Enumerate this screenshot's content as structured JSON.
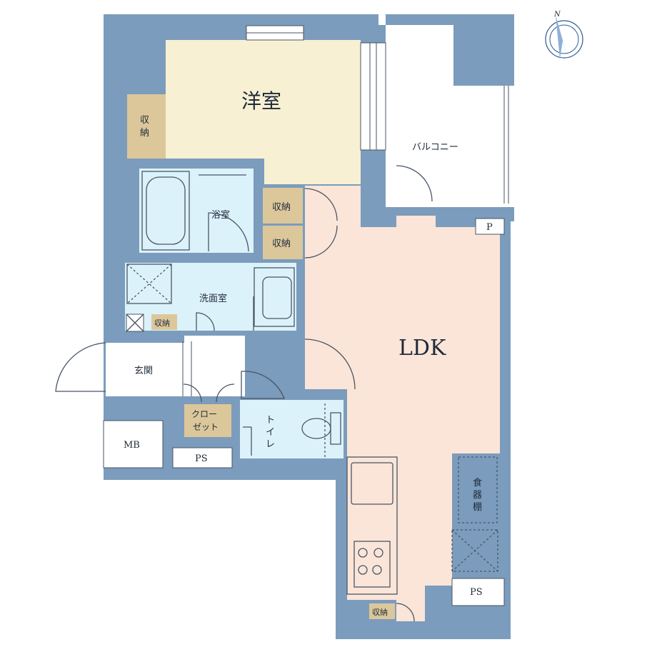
{
  "colors": {
    "wall": "#7b9cbc",
    "western_room": "#f7f0d3",
    "storage": "#dcc79b",
    "wet_area": "#dcf2fa",
    "ldk": "#fbe5d8",
    "balcony": "#ffffff",
    "compass": "#2b5a95"
  },
  "rooms": {
    "western_room": "洋室",
    "balcony": "バルコニー",
    "bath": "浴室",
    "washroom": "洗面室",
    "entrance": "玄関",
    "ldk": "LDK",
    "toilet": "トイレ",
    "closet_line1": "クロー",
    "closet_line2": "ゼット",
    "cupboard": "食器棚"
  },
  "storage_labels": {
    "left_wall": "収納",
    "hall_upper": "収納",
    "hall_lower": "収納",
    "washroom": "収納",
    "kitchen": "収納"
  },
  "utility_labels": {
    "pipe_p": "P",
    "mb": "MB",
    "ps_left": "PS",
    "ps_right": "PS"
  },
  "compass": {
    "north_label": "N",
    "icon": "compass-north-icon"
  }
}
